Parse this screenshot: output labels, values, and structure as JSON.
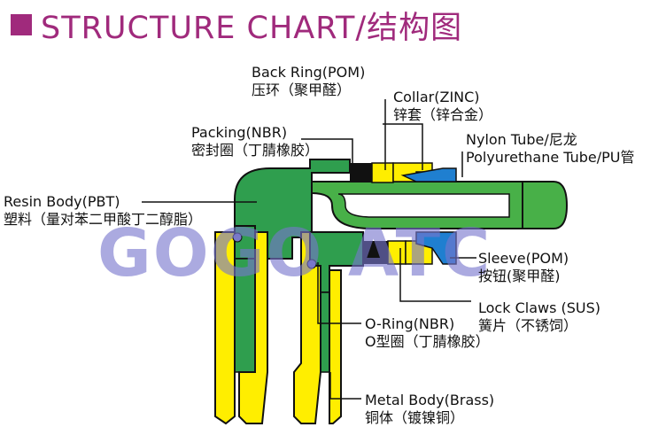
{
  "title": "STRUCTURE CHART/结构图",
  "watermark": "GOGO ATC",
  "colors": {
    "title": "#a02a7c",
    "resin_body": "#2f9e4e",
    "metal_body": "#ffee00",
    "collar": "#ffee00",
    "sleeve": "#1f7fd0",
    "nylon_tube": "#3fae3f",
    "packing": "#111111",
    "watermark": "#7876cd"
  },
  "labels": {
    "back_ring": {
      "en": "Back Ring(POM)",
      "cn": "压环（聚甲醛）"
    },
    "collar": {
      "en": "Collar(ZINC)",
      "cn": "锌套（锌合金）"
    },
    "packing": {
      "en": "Packing(NBR)",
      "cn": "密封圈（丁腈橡胶）"
    },
    "nylon_tube": {
      "en": "Nylon Tube/尼龙",
      "cn": "Polyurethane Tube/PU管"
    },
    "resin_body": {
      "en": "Resin Body(PBT)",
      "cn": "塑料（量对苯二甲酸丁二醇脂）"
    },
    "sleeve": {
      "en": "Sleeve(POM)",
      "cn": "按钮(聚甲醛)"
    },
    "lock_claws": {
      "en": "Lock Claws (SUS)",
      "cn": "簧片（不锈饲）"
    },
    "o_ring": {
      "en": "O-Ring(NBR)",
      "cn": "O型圈（丁腈橡胶）"
    },
    "metal_body": {
      "en": "Metal Body(Brass)",
      "cn": "铜体（镀镍铜）"
    }
  }
}
